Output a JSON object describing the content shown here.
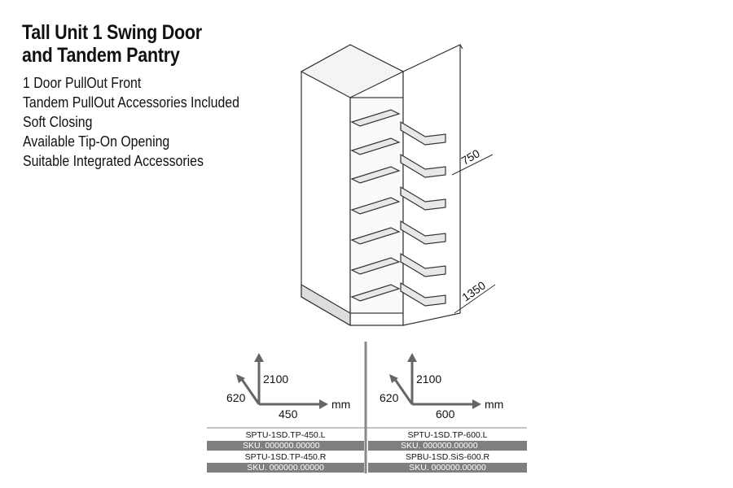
{
  "title": {
    "line1": "Tall Unit 1 Swing Door",
    "line2": "and Tandem Pantry"
  },
  "features": [
    "1 Door PullOut Front",
    "Tandem PullOut Accessories Included",
    "Soft Closing",
    "Available Tip-On Opening",
    "Suitable Integrated Accessories"
  ],
  "drawing_dims": {
    "upper": "750",
    "lower": "1350"
  },
  "variants": [
    {
      "height": "2100",
      "depth": "620",
      "width": "450",
      "unit": "mm",
      "codes": [
        "SPTU-1SD.TP-450.L",
        "SPTU-1SD.TP-450.R"
      ],
      "skus": [
        "SKU. 000000.00000",
        "SKU. 000000.00000"
      ]
    },
    {
      "height": "2100",
      "depth": "620",
      "width": "600",
      "unit": "mm",
      "codes": [
        "SPTU-1SD.TP-600.L",
        "SPBU-1SD.SiS-600.R"
      ],
      "skus": [
        "SKU. 000000.00000",
        "SKU. 000000.00000"
      ]
    }
  ]
}
